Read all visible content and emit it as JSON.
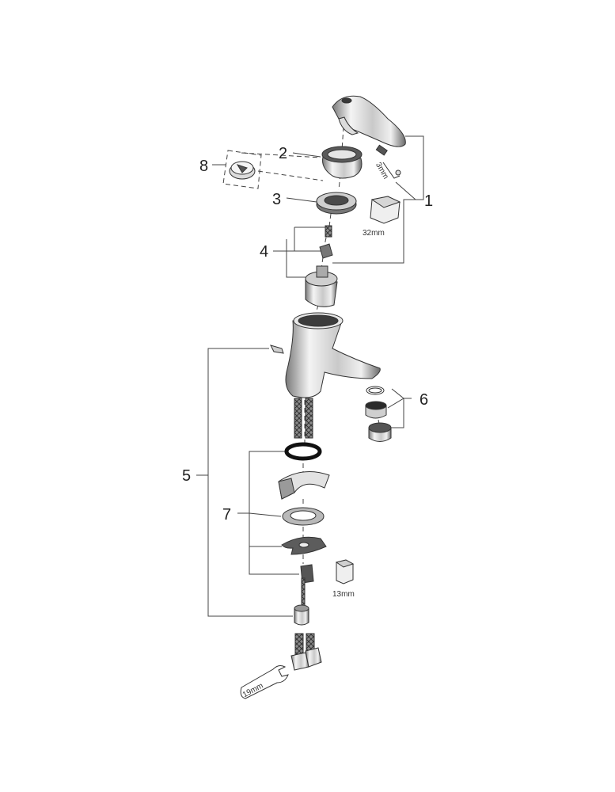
{
  "diagram": {
    "callouts": [
      "1",
      "2",
      "3",
      "4",
      "5",
      "6",
      "7",
      "8"
    ],
    "dimensions": {
      "allen_key": "3mm",
      "nut_large": "32mm",
      "nut_small": "13mm",
      "wrench": "19mm"
    },
    "colors": {
      "line": "#444444",
      "chrome_light": "#f2f2f2",
      "chrome_dark": "#6a6a6a",
      "rubber": "#1a1a1a"
    }
  }
}
